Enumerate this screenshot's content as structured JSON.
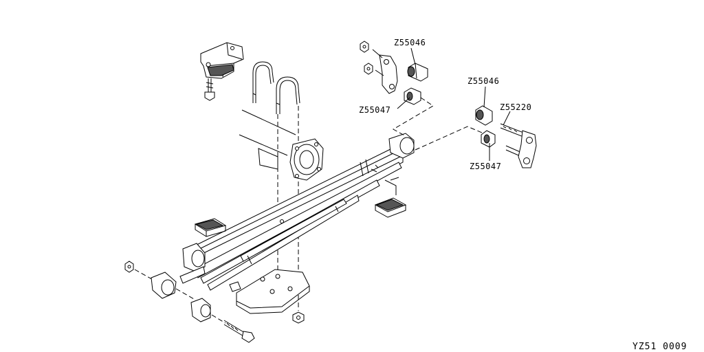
{
  "labels": {
    "part_a": "Z55046",
    "part_b": "Z55047",
    "part_c": "Z55046",
    "part_d": "Z55220",
    "part_e": "Z55047"
  },
  "diagram_code": "YZ51 0009"
}
